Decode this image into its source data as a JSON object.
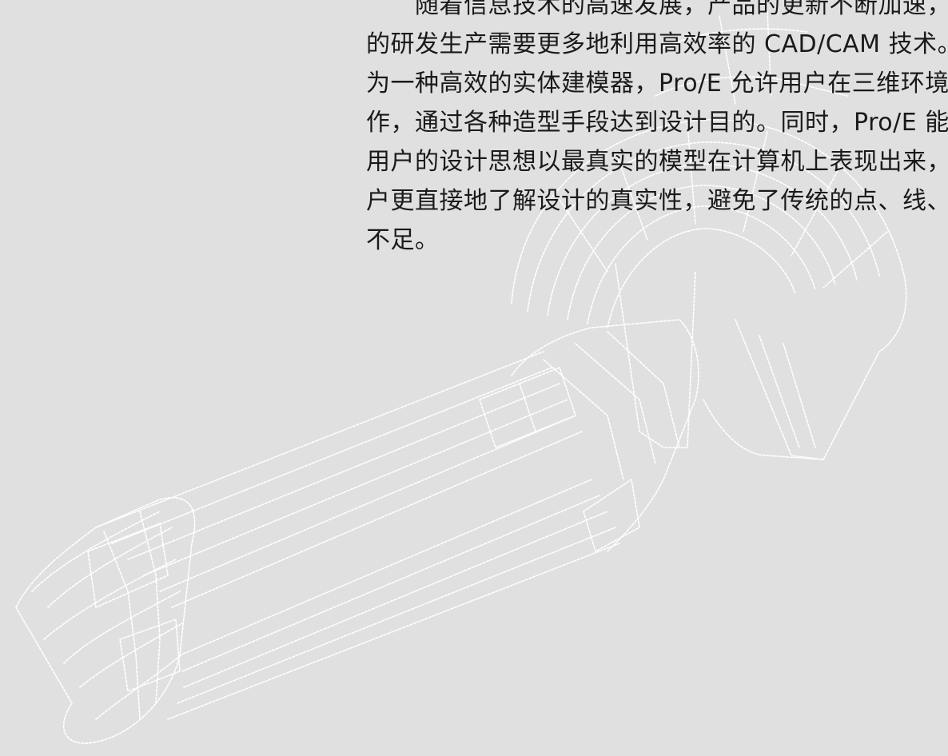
{
  "paragraph": {
    "lines": [
      "　　随着信息技术的高速发展，产品的更新不断加速，",
      "的研发生产需要更多地利用高效率的 CAD/CAM 技术。",
      "为一种高效的实体建模器，Pro/E 允许用户在三维环境",
      "作，通过各种造型手段达到设计目的。同时，Pro/E 能",
      "用户的设计思想以最真实的模型在计算机上表现出来，",
      "户更直接地了解设计的真实性，避免了传统的点、线、",
      "不足。"
    ]
  },
  "figure": {
    "type": "dashed wireframe 3D bent-pipe part model",
    "stroke_color": "#ffffff",
    "background_color": "#e0e0e0"
  }
}
